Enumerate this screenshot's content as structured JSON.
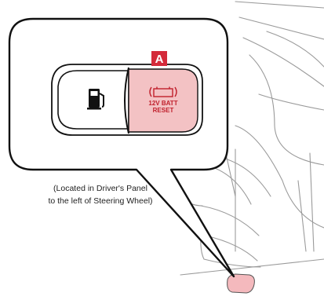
{
  "callout": {
    "label_letter": "A",
    "button_text_line1": "12V BATT",
    "button_text_line2": "RESET",
    "location_line1": "(Located in Driver's Panel",
    "location_line2": "to the left of Steering Wheel)"
  },
  "colors": {
    "accent_label": "#d42a3a",
    "button_fill": "#f3c2c4",
    "highlight_fill": "#f4b9bd",
    "outline": "#111111",
    "sketch": "#9a9a9a"
  },
  "icons": {
    "fuel": "fuel-pump-icon",
    "battery": "battery-icon"
  }
}
